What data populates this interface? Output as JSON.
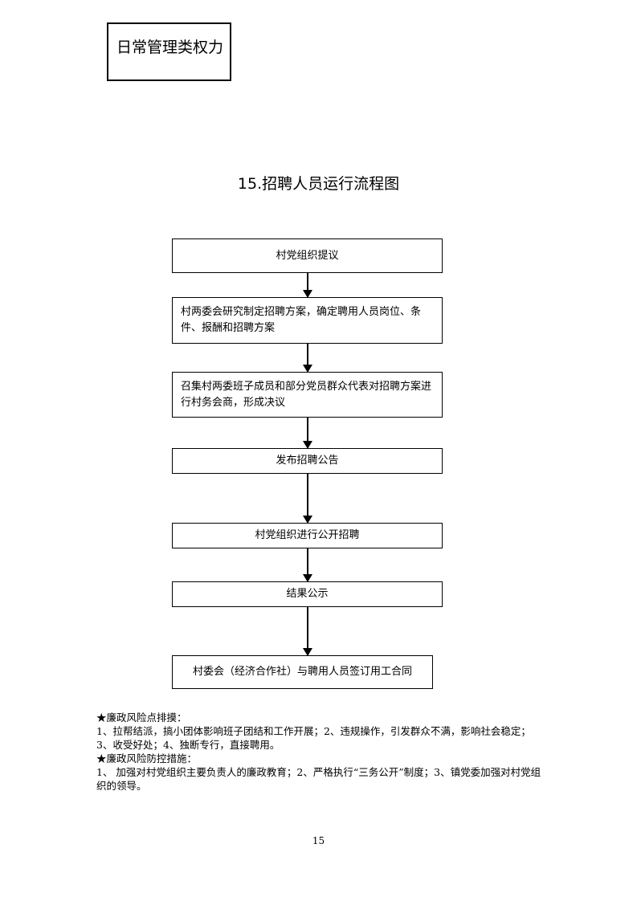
{
  "category": "日常管理类权力",
  "heading": "15.招聘人员运行流程图",
  "steps": [
    "村党组织提议",
    "村两委会研究制定招聘方案，确定聘用人员岗位、条件、报酬和招聘方案",
    "召集村两委班子成员和部分党员群众代表对招聘方案进行村务会商，形成决议",
    "发布招聘公告",
    "村党组织进行公开招聘",
    "结果公示",
    "村委会（经济合作社）与聘用人员签订用工合同"
  ],
  "notes": {
    "risk_title": "★廉政风险点排摸：",
    "risk_text": "1、拉帮结派，搞小团体影响班子团结和工作开展；2、违规操作，引发群众不满，影响社会稳定；3、收受好处；4、独断专行，直接聘用。",
    "control_title": "★廉政风险防控措施：",
    "control_text": "1、 加强对村党组织主要负责人的廉政教育；2、严格执行“三务公开”制度；3、镇党委加强对村党组织的领导。"
  },
  "page_number": "15"
}
